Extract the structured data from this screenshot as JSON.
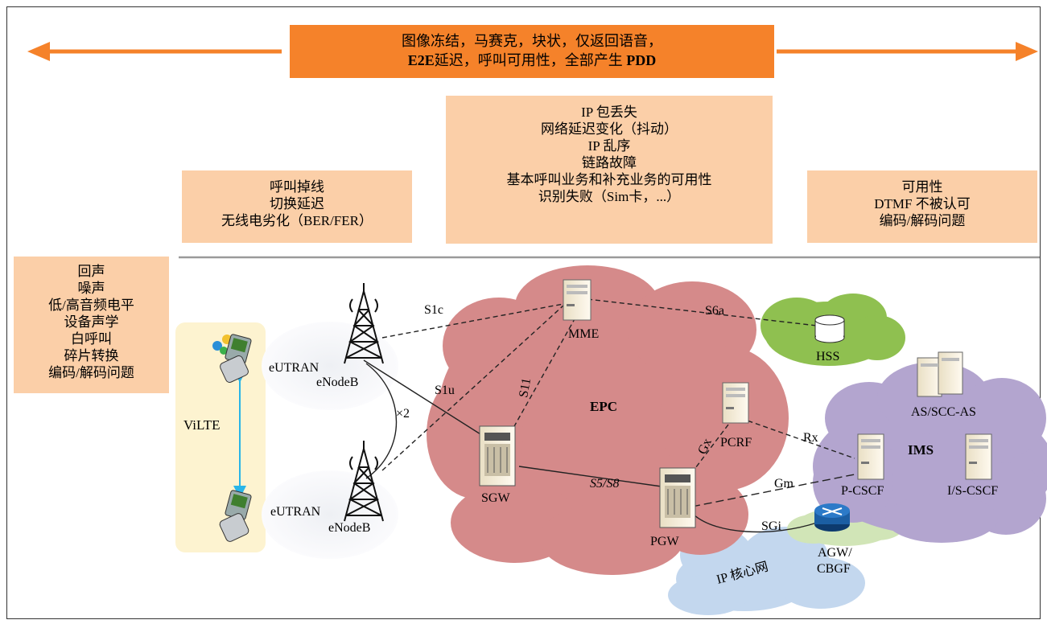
{
  "banner": {
    "line1": "图像冻结，马赛克，块状，仅返回语音，",
    "line2_bold_a": "E2E",
    "line2_mid": "延迟，呼叫可用性，全部产生",
    "line2_bold_b": "PDD"
  },
  "boxes": {
    "network": [
      "IP 包丢失",
      "网络延迟变化（抖动）",
      "IP 乱序",
      "链路故障",
      "基本呼叫业务和补充业务的可用性",
      "识别失败（Sim卡，...）"
    ],
    "radio": [
      "呼叫掉线",
      "切换延迟",
      "无线电劣化（BER/FER）"
    ],
    "service": [
      "可用性",
      "DTMF 不被认可",
      "编码/解码问题"
    ],
    "terminal": [
      "回声",
      "噪声",
      "低/高音频电平",
      "设备声学",
      "白呼叫",
      "碎片转换",
      "编码/解码问题"
    ]
  },
  "diagram": {
    "vilte": "ViLTE",
    "enb_top": "eNodeB",
    "enb_bottom": "eNodeB",
    "eutran_top": "eUTRAN",
    "eutran_bottom": "eUTRAN",
    "x2": "×2",
    "s1c": "S1c",
    "s1u": "S1u",
    "s11": "S11",
    "s6a": "S6a",
    "s5s8": "S5/S8",
    "gx": "Gx",
    "rx": "Rx",
    "gm": "Gm",
    "sgi": "SGi",
    "epc": "EPC",
    "mme": "MME",
    "hss": "HSS",
    "sgw": "SGW",
    "pgw": "PGW",
    "pcrf": "PCRF",
    "ims": "IMS",
    "as": "AS/SCC-AS",
    "pcscf": "P-CSCF",
    "iscscf": "I/S-CSCF",
    "agw1": "AGW/",
    "agw2": "CBGF",
    "ipcore": "IP 核心网"
  },
  "colors": {
    "banner": "#f5822a",
    "peach": "#fbcfa8",
    "epc_cloud": "#d58a8a",
    "hss_cloud": "#8fc050",
    "ims_cloud": "#b3a5cf",
    "ip_cloud": "#c3d7ee",
    "agw_cloud": "#d1e5b7",
    "vilte_panel": "#fdf3d0",
    "arrow_cyan": "#29b5e8"
  }
}
